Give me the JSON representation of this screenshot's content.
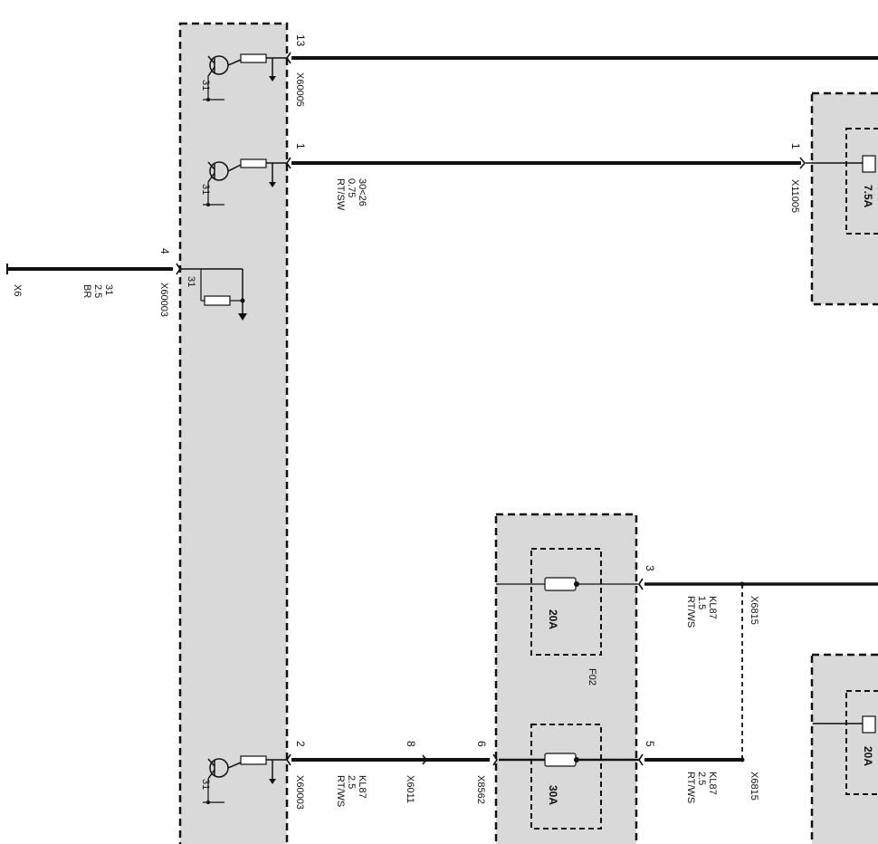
{
  "colors": {
    "module_fill": "#d9d9d9",
    "wire": "#111111",
    "dash": "#111111",
    "background": "#ffffff"
  },
  "left_module": {
    "pins": {
      "p13": "13",
      "p1": "1",
      "p4": "4",
      "p2": "2"
    },
    "connectors": {
      "c13": "X60005",
      "c4": "X60003",
      "c2": "X60003"
    },
    "ground_labels": {
      "g13": "31",
      "g1": "31",
      "g4": "31",
      "g2": "31"
    }
  },
  "ground_wire": {
    "terminal": "X6",
    "circuit": "31",
    "size": "2.5",
    "color": "BR"
  },
  "wire_pin1": {
    "circuit": "30<26",
    "size": "0.75",
    "color": "RT/SW"
  },
  "fuse_box_top_right": {
    "pin": "1",
    "connector": "X11005",
    "fuse_rating": "7.5A"
  },
  "wire_pin2": {
    "circuit": "KL87",
    "size": "2.5",
    "color": "RT/WS",
    "junction_pin": "8",
    "junction_connector": "X6011"
  },
  "fuse_module_middle": {
    "fuse_top_rating": "20A",
    "fuse_bottom_rating": "30A",
    "fuse_label": "F02",
    "pin_in": "6",
    "pin_in_connector": "X8562",
    "pin_out_top": "3",
    "pin_out_bottom": "5"
  },
  "wire_out_top": {
    "circuit": "KL87",
    "size": "1.5",
    "color": "RT/WS",
    "splice_connector": "X6815"
  },
  "wire_out_bottom": {
    "circuit": "KL87",
    "size": "2.5",
    "color": "RT/WS",
    "splice_connector": "X6815"
  },
  "fuse_box_bottom_right": {
    "fuse_rating": "20A"
  }
}
